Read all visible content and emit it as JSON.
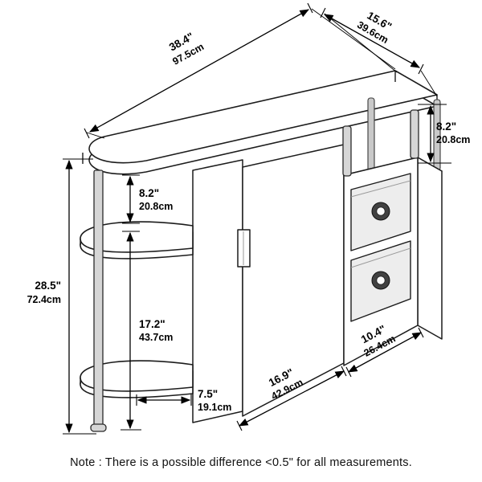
{
  "diagram": {
    "dims": {
      "desk_width": {
        "in": "38.4\"",
        "cm": "97.5cm"
      },
      "desk_depth": {
        "in": "15.6\"",
        "cm": "39.6cm"
      },
      "top_shelf_gap": {
        "in": "8.2\"",
        "cm": "20.8cm"
      },
      "total_height": {
        "in": "28.5\"",
        "cm": "72.4cm"
      },
      "left_shelf_gap": {
        "in": "8.2\"",
        "cm": "20.8cm"
      },
      "lower_section_height": {
        "in": "17.2\"",
        "cm": "43.7cm"
      },
      "shelf_depth": {
        "in": "7.5\"",
        "cm": "19.1cm"
      },
      "kneehole_width": {
        "in": "16.9\"",
        "cm": "42.9cm"
      },
      "drawer_unit_width": {
        "in": "10.4\"",
        "cm": "26.4cm"
      }
    },
    "note": "Note : There is a possible difference <0.5\" for all measurements."
  }
}
